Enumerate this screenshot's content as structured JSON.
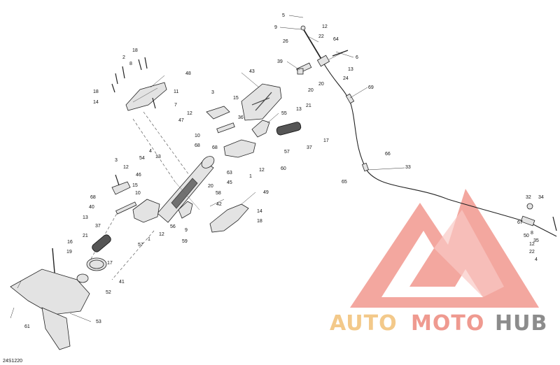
{
  "diagram": {
    "document_code": "24S1220",
    "callouts": [
      {
        "id": "c1",
        "label": "5"
      },
      {
        "id": "c2",
        "label": "12"
      },
      {
        "id": "c3",
        "label": "9"
      },
      {
        "id": "c4",
        "label": "22"
      },
      {
        "id": "c5",
        "label": "26"
      },
      {
        "id": "c6",
        "label": "64"
      },
      {
        "id": "c7",
        "label": "6"
      },
      {
        "id": "c8",
        "label": "39"
      },
      {
        "id": "c9",
        "label": "13"
      },
      {
        "id": "c10",
        "label": "24"
      },
      {
        "id": "c11",
        "label": "20"
      },
      {
        "id": "c12",
        "label": "20"
      },
      {
        "id": "c13",
        "label": "69"
      },
      {
        "id": "c14",
        "label": "43"
      },
      {
        "id": "c15",
        "label": "18"
      },
      {
        "id": "c16",
        "label": "2"
      },
      {
        "id": "c17",
        "label": "8"
      },
      {
        "id": "c18",
        "label": "48"
      },
      {
        "id": "c19",
        "label": "18"
      },
      {
        "id": "c20",
        "label": "14"
      },
      {
        "id": "c21",
        "label": "11"
      },
      {
        "id": "c22",
        "label": "7"
      },
      {
        "id": "c23",
        "label": "3"
      },
      {
        "id": "c24",
        "label": "15"
      },
      {
        "id": "c25",
        "label": "12"
      },
      {
        "id": "c26",
        "label": "36"
      },
      {
        "id": "c27",
        "label": "47"
      },
      {
        "id": "c28",
        "label": "10"
      },
      {
        "id": "c29",
        "label": "68"
      },
      {
        "id": "c30",
        "label": "55"
      },
      {
        "id": "c31",
        "label": "13"
      },
      {
        "id": "c32",
        "label": "21"
      },
      {
        "id": "c33",
        "label": "17"
      },
      {
        "id": "c34",
        "label": "37"
      },
      {
        "id": "c35",
        "label": "57"
      },
      {
        "id": "c36",
        "label": "68"
      },
      {
        "id": "c37",
        "label": "1"
      },
      {
        "id": "c38",
        "label": "12"
      },
      {
        "id": "c39",
        "label": "60"
      },
      {
        "id": "c40",
        "label": "66"
      },
      {
        "id": "c41",
        "label": "33"
      },
      {
        "id": "c42",
        "label": "65"
      },
      {
        "id": "c43",
        "label": "63"
      },
      {
        "id": "c44",
        "label": "45"
      },
      {
        "id": "c45",
        "label": "20"
      },
      {
        "id": "c46",
        "label": "58"
      },
      {
        "id": "c47",
        "label": "4"
      },
      {
        "id": "c48",
        "label": "54"
      },
      {
        "id": "c49",
        "label": "13"
      },
      {
        "id": "c50",
        "label": "3"
      },
      {
        "id": "c51",
        "label": "12"
      },
      {
        "id": "c52",
        "label": "46"
      },
      {
        "id": "c53",
        "label": "15"
      },
      {
        "id": "c54",
        "label": "10"
      },
      {
        "id": "c55",
        "label": "68"
      },
      {
        "id": "c56",
        "label": "40"
      },
      {
        "id": "c57",
        "label": "13"
      },
      {
        "id": "c58",
        "label": "42"
      },
      {
        "id": "c59",
        "label": "49"
      },
      {
        "id": "c60",
        "label": "14"
      },
      {
        "id": "c61",
        "label": "18"
      },
      {
        "id": "c62",
        "label": "56"
      },
      {
        "id": "c63",
        "label": "12"
      },
      {
        "id": "c64",
        "label": "59"
      },
      {
        "id": "c65",
        "label": "9"
      },
      {
        "id": "c66",
        "label": "1"
      },
      {
        "id": "c67",
        "label": "37"
      },
      {
        "id": "c68",
        "label": "21"
      },
      {
        "id": "c69",
        "label": "57"
      },
      {
        "id": "c70",
        "label": "16"
      },
      {
        "id": "c71",
        "label": "19"
      },
      {
        "id": "c72",
        "label": "17"
      },
      {
        "id": "c73",
        "label": "41"
      },
      {
        "id": "c74",
        "label": "52"
      },
      {
        "id": "c75",
        "label": "61"
      },
      {
        "id": "c76",
        "label": "53"
      },
      {
        "id": "c77",
        "label": "32"
      },
      {
        "id": "c78",
        "label": "34"
      },
      {
        "id": "c79",
        "label": "67"
      },
      {
        "id": "c80",
        "label": "50"
      },
      {
        "id": "c81",
        "label": "35"
      },
      {
        "id": "c82",
        "label": "8"
      },
      {
        "id": "c83",
        "label": "12"
      },
      {
        "id": "c84",
        "label": "22"
      },
      {
        "id": "c85",
        "label": "4"
      }
    ]
  },
  "watermark": {
    "part1": "AUTO",
    "part2": "MOTO",
    "part3": "HUB",
    "colors": {
      "auto": "#f3c98a",
      "moto": "#ef9a90",
      "hub": "#8c8c8c",
      "triangle": "#f08a80"
    }
  }
}
